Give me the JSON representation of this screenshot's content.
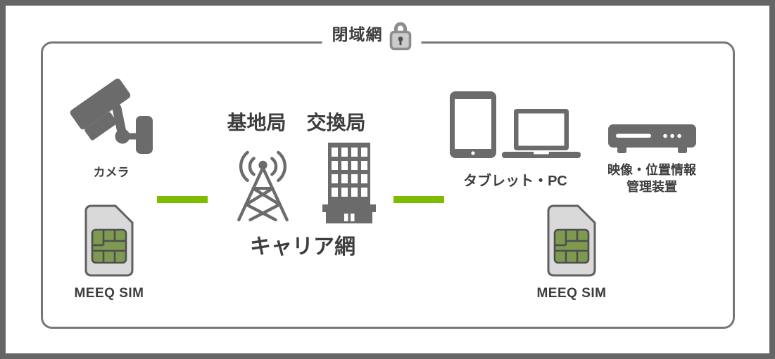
{
  "title": {
    "text": "閉域網",
    "icon": "lock-icon"
  },
  "left_zone": {
    "camera": {
      "label": "カメラ",
      "icon": "cctv-camera-icon"
    },
    "sim": {
      "label": "MEEQ SIM",
      "icon": "sim-card-icon"
    }
  },
  "center_zone": {
    "base_station": {
      "label": "基地局",
      "icon": "antenna-tower-icon"
    },
    "exchange": {
      "label": "交換局",
      "icon": "office-building-icon"
    },
    "carrier_network": {
      "label": "キャリア網"
    }
  },
  "right_zone": {
    "devices": {
      "label": "タブレット・PC",
      "icons": [
        "tablet-icon",
        "laptop-icon"
      ]
    },
    "recorder": {
      "label_line1": "映像・位置情報",
      "label_line2": "管理装置",
      "icon": "video-recorder-icon"
    },
    "sim": {
      "label": "MEEQ SIM",
      "icon": "sim-card-icon"
    }
  },
  "connectors": {
    "left": "green-link",
    "right": "green-link"
  },
  "colors": {
    "accent_green": "#7ebc00",
    "icon_gray": "#6b6b6b",
    "text_gray": "#3d3d3d",
    "outer_border": "#666666",
    "inner_frame_border": "#777777",
    "sim_body_gray": "#d9d9d9",
    "sim_chip_green": "#7d9a50",
    "lock_body_gray": "#cccccc",
    "lock_outline_gray": "#8d8d8d"
  }
}
